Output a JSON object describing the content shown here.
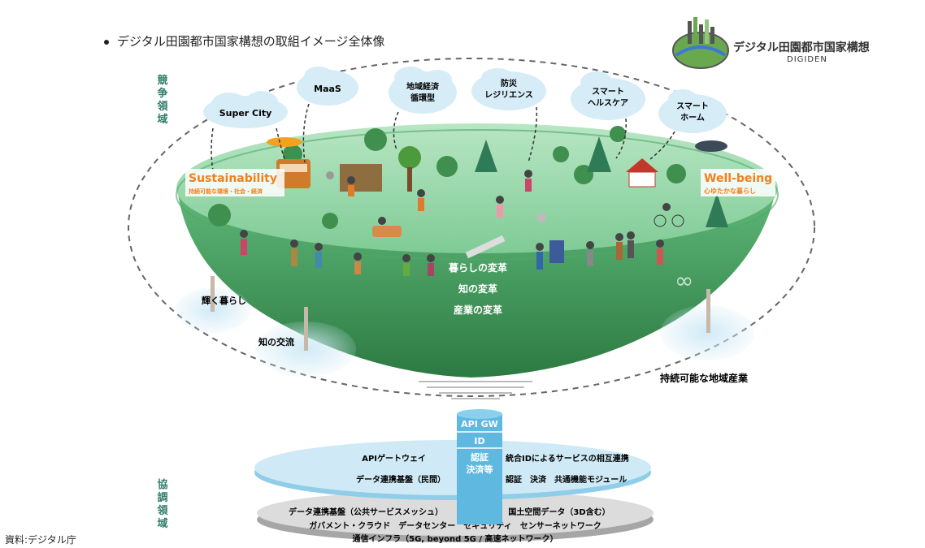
{
  "header": {
    "title": "デジタル田園都市国家構想の取組イメージ全体像"
  },
  "logo": {
    "name": "デジタル田園都市国家構想",
    "sub": "DIGIDEN",
    "icon": "city-globe-logo-icon"
  },
  "side_labels": {
    "competition": "競争領域",
    "cooperation": "協調領域"
  },
  "clouds": [
    "Super City",
    "MaaS",
    "地域経済循環型",
    "防災レジリエンス",
    "スマートヘルスケア",
    "スマートホーム"
  ],
  "badges": {
    "sustainability_title": "Sustainability",
    "sustainability_sub": "持続可能な環境・社会・経済",
    "wellbeing_title": "Well-being",
    "wellbeing_sub": "心ゆたかな暮らし"
  },
  "transformations": [
    "暮らしの変革",
    "知の変革",
    "産業の変革"
  ],
  "pillar_labels": {
    "left": "輝く暮らし",
    "middle": "知の交流",
    "right": "持続可能な地域産業"
  },
  "stack": [
    "API GW",
    "ID",
    "認証",
    "決済等"
  ],
  "platform_upper": {
    "left_line1": "APIゲートウェイ",
    "left_line2": "データ連携基盤（民間）",
    "right_line1": "統合IDによるサービスの相互連携",
    "right_line2": "認証　決済　共通機能モジュール"
  },
  "platform_lower": {
    "line1_left": "データ連携基盤（公共サービスメッシュ）",
    "line1_right": "国土空間データ（3D含む）",
    "line2": "ガバメント・クラウド　データセンター　セキュリティ　センサーネットワーク",
    "line3": "通信インフラ（5G, beyond 5G / 高速ネットワーク）"
  },
  "source": "資料:デジタル庁",
  "colors": {
    "island_top": "#8fd3a4",
    "island_body": "#3f9b5b",
    "accent_orange": "#f07f1e",
    "platform_blue": "#bfe4f3",
    "stack_blue": "#5fb8e0",
    "platform_gray": "#a6a6a6",
    "label_green": "#2f7d6a"
  }
}
